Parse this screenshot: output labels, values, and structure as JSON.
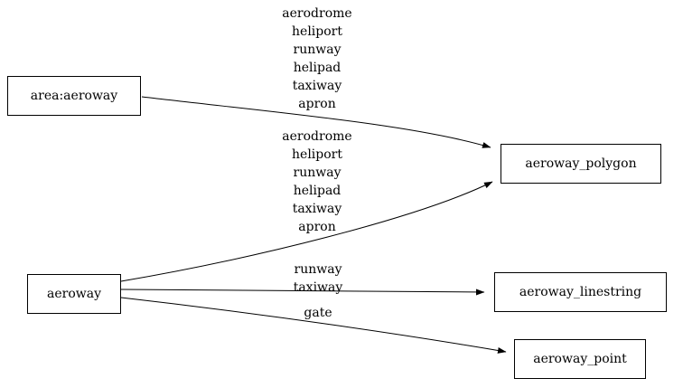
{
  "diagram": {
    "type": "graph",
    "nodes": [
      {
        "id": "area:aeroway",
        "label": "area:aeroway"
      },
      {
        "id": "aeroway",
        "label": "aeroway"
      },
      {
        "id": "aeroway_polygon",
        "label": "aeroway_polygon"
      },
      {
        "id": "aeroway_linestring",
        "label": "aeroway_linestring"
      },
      {
        "id": "aeroway_point",
        "label": "aeroway_point"
      }
    ],
    "edges": [
      {
        "from": "area:aeroway",
        "to": "aeroway_polygon",
        "label": "aerodrome\nheliport\nrunway\nhelipad\ntaxiway\napron"
      },
      {
        "from": "aeroway",
        "to": "aeroway_polygon",
        "label": "aerodrome\nheliport\nrunway\nhelipad\ntaxiway\napron"
      },
      {
        "from": "aeroway",
        "to": "aeroway_linestring",
        "label": "runway\ntaxiway"
      },
      {
        "from": "aeroway",
        "to": "aeroway_point",
        "label": "gate"
      }
    ],
    "colors": {
      "stroke": "#000000",
      "fill": "#ffffff"
    }
  }
}
